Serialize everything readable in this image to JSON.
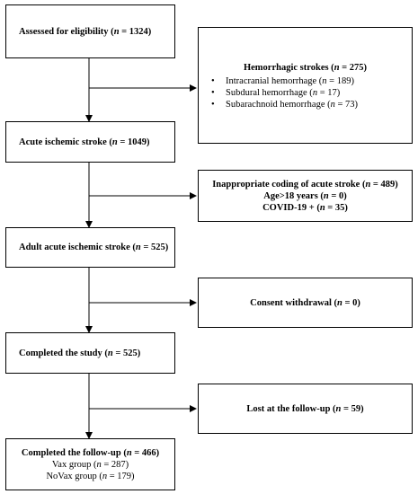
{
  "steps": {
    "assessed": {
      "label": "Assessed for eligibility (",
      "n": "n",
      "value": " = 1324)"
    },
    "acute": {
      "label": "Acute ischemic stroke (",
      "n": "n",
      "value": " = 1049)"
    },
    "adult": {
      "label": "Adult acute ischemic stroke (",
      "n": "n",
      "value": " = 525)"
    },
    "completed": {
      "label": "Completed the study (",
      "n": "n",
      "value": " = 525)"
    },
    "followup": {
      "label": "Completed the follow-up (",
      "n": "n",
      "value": " = 466)",
      "lines": [
        "Vax group (n = 287)",
        "NoVax group (n = 179)"
      ]
    }
  },
  "exclusions": {
    "hemorrhagic": {
      "title": "Hemorrhagic strokes (",
      "n": "n",
      "value": " = 275)",
      "items": [
        "Intracranial hemorrhage (n = 189)",
        "Subdural hemorrhage (n = 17)",
        "Subarachnoid hemorrhage (n = 73)"
      ]
    },
    "coding": {
      "lines": [
        "Inappropriate coding of acute stroke (n = 489)",
        "Age>18 years (n = 0)",
        "COVID-19 + (n = 35)"
      ]
    },
    "consent": {
      "label": "Consent withdrawal (",
      "n": "n",
      "value": " = 0)"
    },
    "lost": {
      "label": "Lost at the follow-up (",
      "n": "n",
      "value": " = 59)"
    }
  }
}
